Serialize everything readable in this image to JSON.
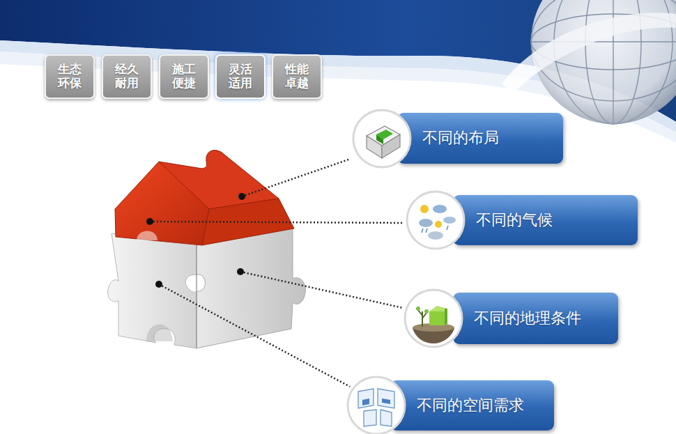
{
  "diagram": {
    "nodes": [
      {
        "text": [
          "生态 环保"
        ]
      },
      {
        "text": [
          "经久 耐用"
        ]
      },
      {
        "text": [
          "施工 便捷"
        ]
      },
      {
        "text": [
          "灵活 适用"
        ]
      },
      {
        "text": [
          "性能 卓越"
        ]
      },
      {
        "text": [
          "不同的布局"
        ]
      },
      {
        "text": [
          "不同的气候"
        ]
      },
      {
        "text": [
          "不同的地理条件"
        ]
      },
      {
        "text": [
          "不同的空间需求"
        ]
      }
    ]
  }
}
